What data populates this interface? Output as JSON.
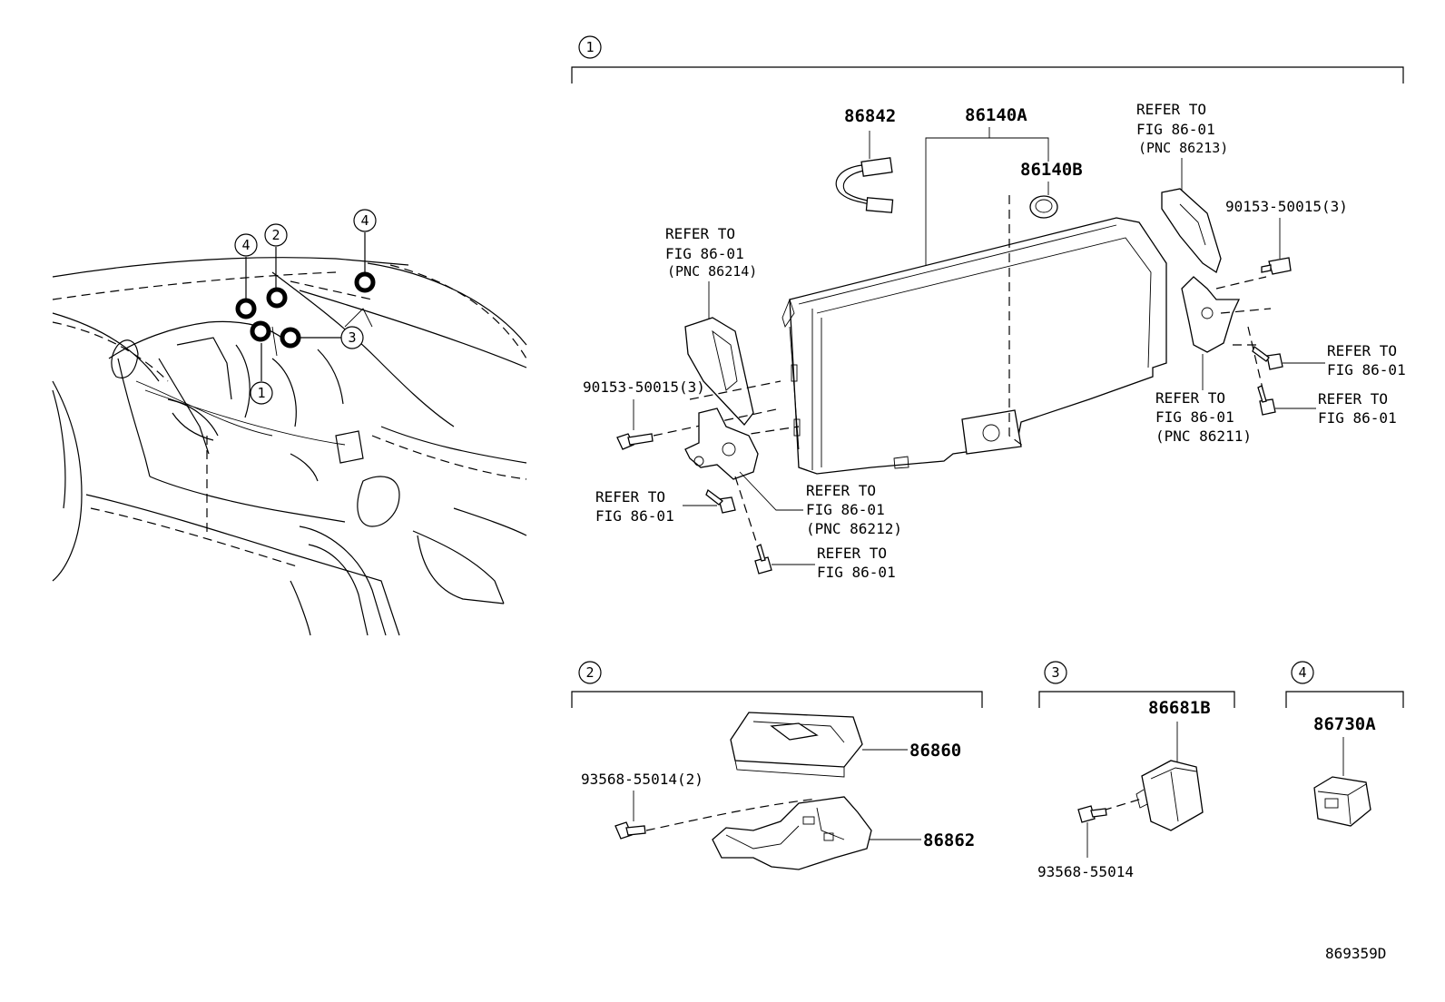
{
  "diagram_id": "869359D",
  "sections": {
    "s1": {
      "marker": "1",
      "parts": {
        "p86842": "86842",
        "p86140A": "86140A",
        "p86140B": "86140B",
        "bolt_left": "90153-50015(3)",
        "bolt_right": "90153-50015(3)"
      },
      "refs": {
        "ref_left_bracket": [
          "REFER TO",
          "FIG 86-01",
          "(PNC 86214)"
        ],
        "ref_right_bracket": [
          "REFER TO",
          "FIG 86-01",
          "(PNC 86213)"
        ],
        "ref_left_screw": [
          "REFER TO",
          "FIG 86-01"
        ],
        "ref_left_hinge": [
          "REFER TO",
          "FIG 86-01",
          "(PNC 86212)"
        ],
        "ref_left_bottom_screw": [
          "REFER TO",
          "FIG 86-01"
        ],
        "ref_right_screw1": [
          "REFER TO",
          "FIG 86-01"
        ],
        "ref_right_screw2": [
          "REFER TO",
          "FIG 86-01"
        ],
        "ref_right_hinge": [
          "REFER TO",
          "FIG 86-01",
          "(PNC 86211)"
        ]
      }
    },
    "s2": {
      "marker": "2",
      "parts": {
        "p86860": "86860",
        "p86862": "86862",
        "screw": "93568-55014(2)"
      }
    },
    "s3": {
      "marker": "3",
      "parts": {
        "p86681B": "86681B",
        "screw": "93568-55014"
      }
    },
    "s4": {
      "marker": "4",
      "parts": {
        "p86730A": "86730A"
      }
    },
    "overview": {
      "callouts": [
        "1",
        "2",
        "3",
        "4",
        "4"
      ]
    }
  }
}
